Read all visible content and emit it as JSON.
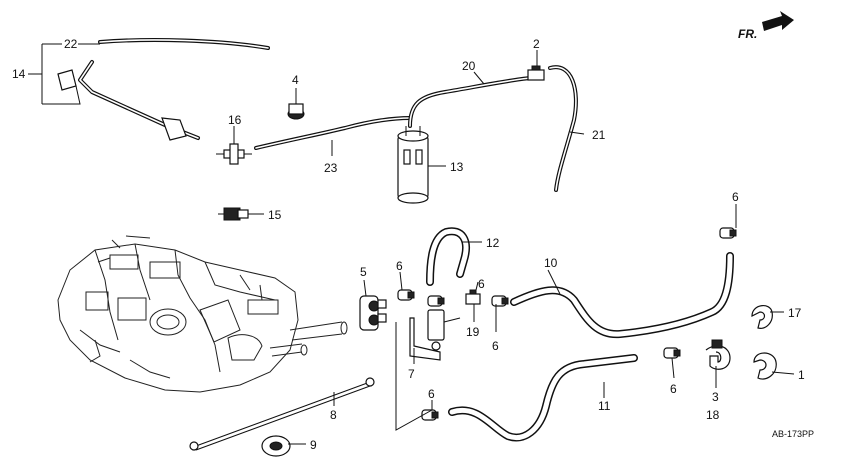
{
  "diagram": {
    "orientation_label": "FR.",
    "reference_code": "AB-173PP",
    "callouts": {
      "c1": "1",
      "c2": "2",
      "c3": "3",
      "c4": "4",
      "c5": "5",
      "c6a": "6",
      "c6b": "6",
      "c6c": "6",
      "c6d": "6",
      "c6e": "6",
      "c6f": "6",
      "c7": "7",
      "c8": "8",
      "c9": "9",
      "c10": "10",
      "c11": "11",
      "c12": "12",
      "c13": "13",
      "c14": "14",
      "c15": "15",
      "c16": "16",
      "c17": "17",
      "c18": "18",
      "c19": "19",
      "c20": "20",
      "c21": "21",
      "c22": "22",
      "c23": "23"
    },
    "icons": {
      "orientation_arrow": "arrow-right-icon"
    }
  }
}
